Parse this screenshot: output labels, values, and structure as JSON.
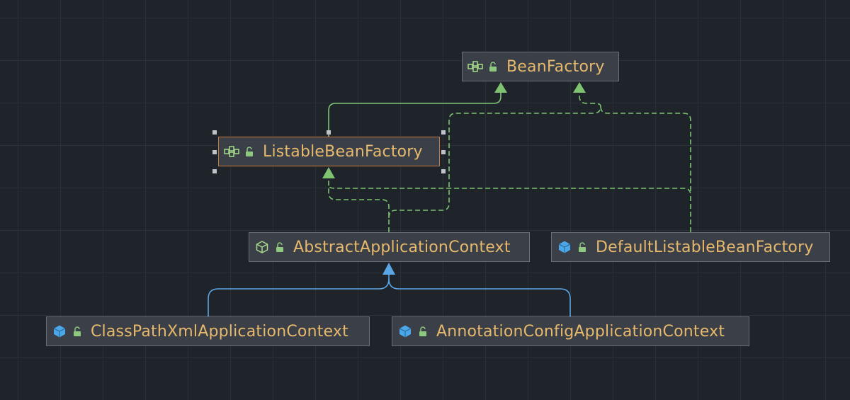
{
  "diagram": {
    "nodes": [
      {
        "id": "BeanFactory",
        "label": "BeanFactory",
        "kind": "interface",
        "kind_icon": "interface-icon",
        "visibility_icon": "public-icon",
        "selected": false
      },
      {
        "id": "ListableBeanFactory",
        "label": "ListableBeanFactory",
        "kind": "interface",
        "kind_icon": "interface-icon",
        "visibility_icon": "public-icon",
        "selected": true
      },
      {
        "id": "AbstractApplicationContext",
        "label": "AbstractApplicationContext",
        "kind": "abstract-class",
        "kind_icon": "abstract-class-icon",
        "visibility_icon": "public-icon",
        "selected": false
      },
      {
        "id": "DefaultListableBeanFactory",
        "label": "DefaultListableBeanFactory",
        "kind": "class",
        "kind_icon": "class-icon",
        "visibility_icon": "public-icon",
        "selected": false
      },
      {
        "id": "ClassPathXmlApplicationContext",
        "label": "ClassPathXmlApplicationContext",
        "kind": "class",
        "kind_icon": "class-icon",
        "visibility_icon": "public-icon",
        "selected": false
      },
      {
        "id": "AnnotationConfigApplicationContext",
        "label": "AnnotationConfigApplicationContext",
        "kind": "class",
        "kind_icon": "class-icon",
        "visibility_icon": "public-icon",
        "selected": false
      }
    ],
    "edges": [
      {
        "from": "ListableBeanFactory",
        "to": "BeanFactory",
        "type": "extends-interface",
        "style": "solid"
      },
      {
        "from": "AbstractApplicationContext",
        "to": "ListableBeanFactory",
        "type": "implements",
        "style": "dashed"
      },
      {
        "from": "AbstractApplicationContext",
        "to": "BeanFactory",
        "type": "implements",
        "style": "dashed"
      },
      {
        "from": "DefaultListableBeanFactory",
        "to": "ListableBeanFactory",
        "type": "implements",
        "style": "dashed"
      },
      {
        "from": "DefaultListableBeanFactory",
        "to": "BeanFactory",
        "type": "implements",
        "style": "dashed"
      },
      {
        "from": "ClassPathXmlApplicationContext",
        "to": "AbstractApplicationContext",
        "type": "extends-class",
        "style": "solid"
      },
      {
        "from": "AnnotationConfigApplicationContext",
        "to": "AbstractApplicationContext",
        "type": "extends-class",
        "style": "solid"
      }
    ]
  },
  "colors": {
    "background": "#1f232a",
    "grid": "#2b3039",
    "node_fill": "#3b3f47",
    "node_border": "#6a6f78",
    "selected_border": "#c8783a",
    "label": "#e6b96c",
    "interface_edge": "#7dc370",
    "class_edge": "#5aa6e6",
    "selection_handle": "#bfc3c8"
  }
}
